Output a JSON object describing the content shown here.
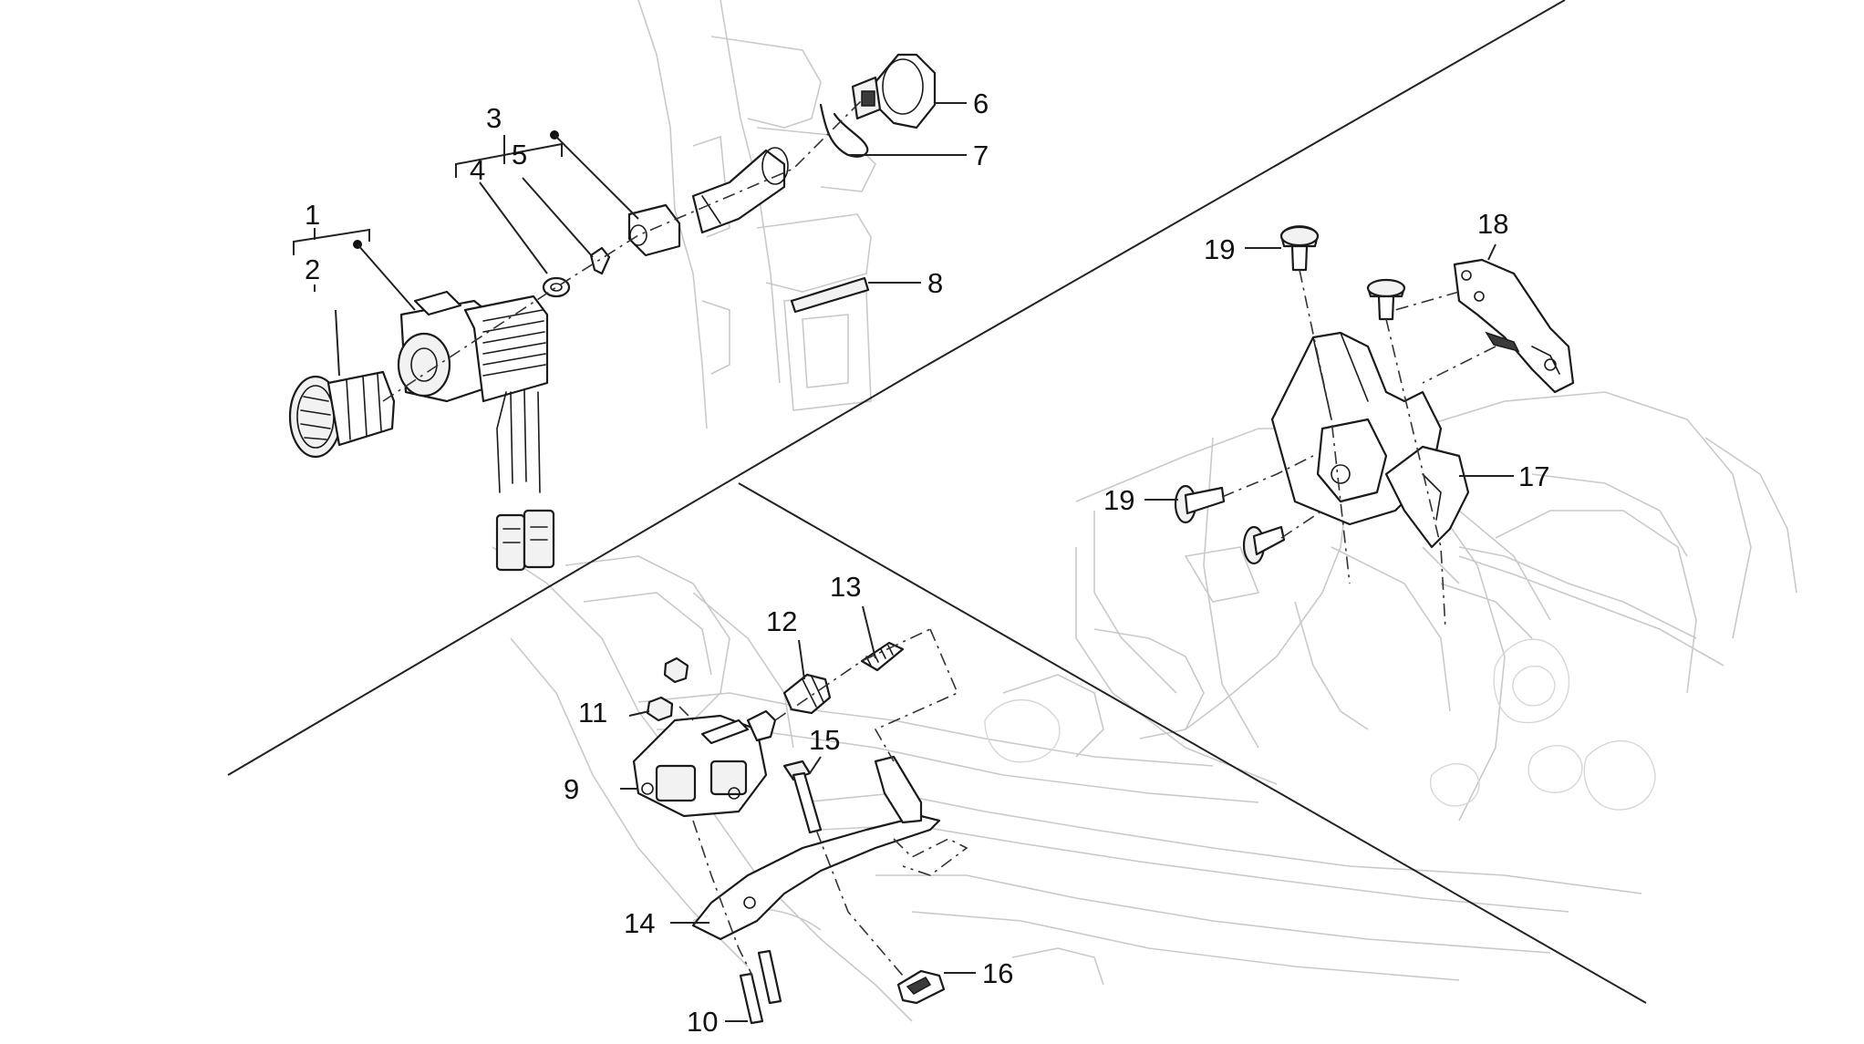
{
  "figure": {
    "callouts": {
      "c1": "1",
      "c2": "2",
      "c3": "3",
      "c4": "4",
      "c5": "5",
      "c6": "6",
      "c7": "7",
      "c8": "8",
      "c9": "9",
      "c10": "10",
      "c11": "11",
      "c12": "12",
      "c13": "13",
      "c14": "14",
      "c15": "15",
      "c16": "16",
      "c17": "17",
      "c18": "18",
      "c19a": "19",
      "c19b": "19"
    }
  },
  "colors": {
    "ink": "#1a1a1a",
    "ghost": "#c9c9c9",
    "background": "#ffffff"
  }
}
